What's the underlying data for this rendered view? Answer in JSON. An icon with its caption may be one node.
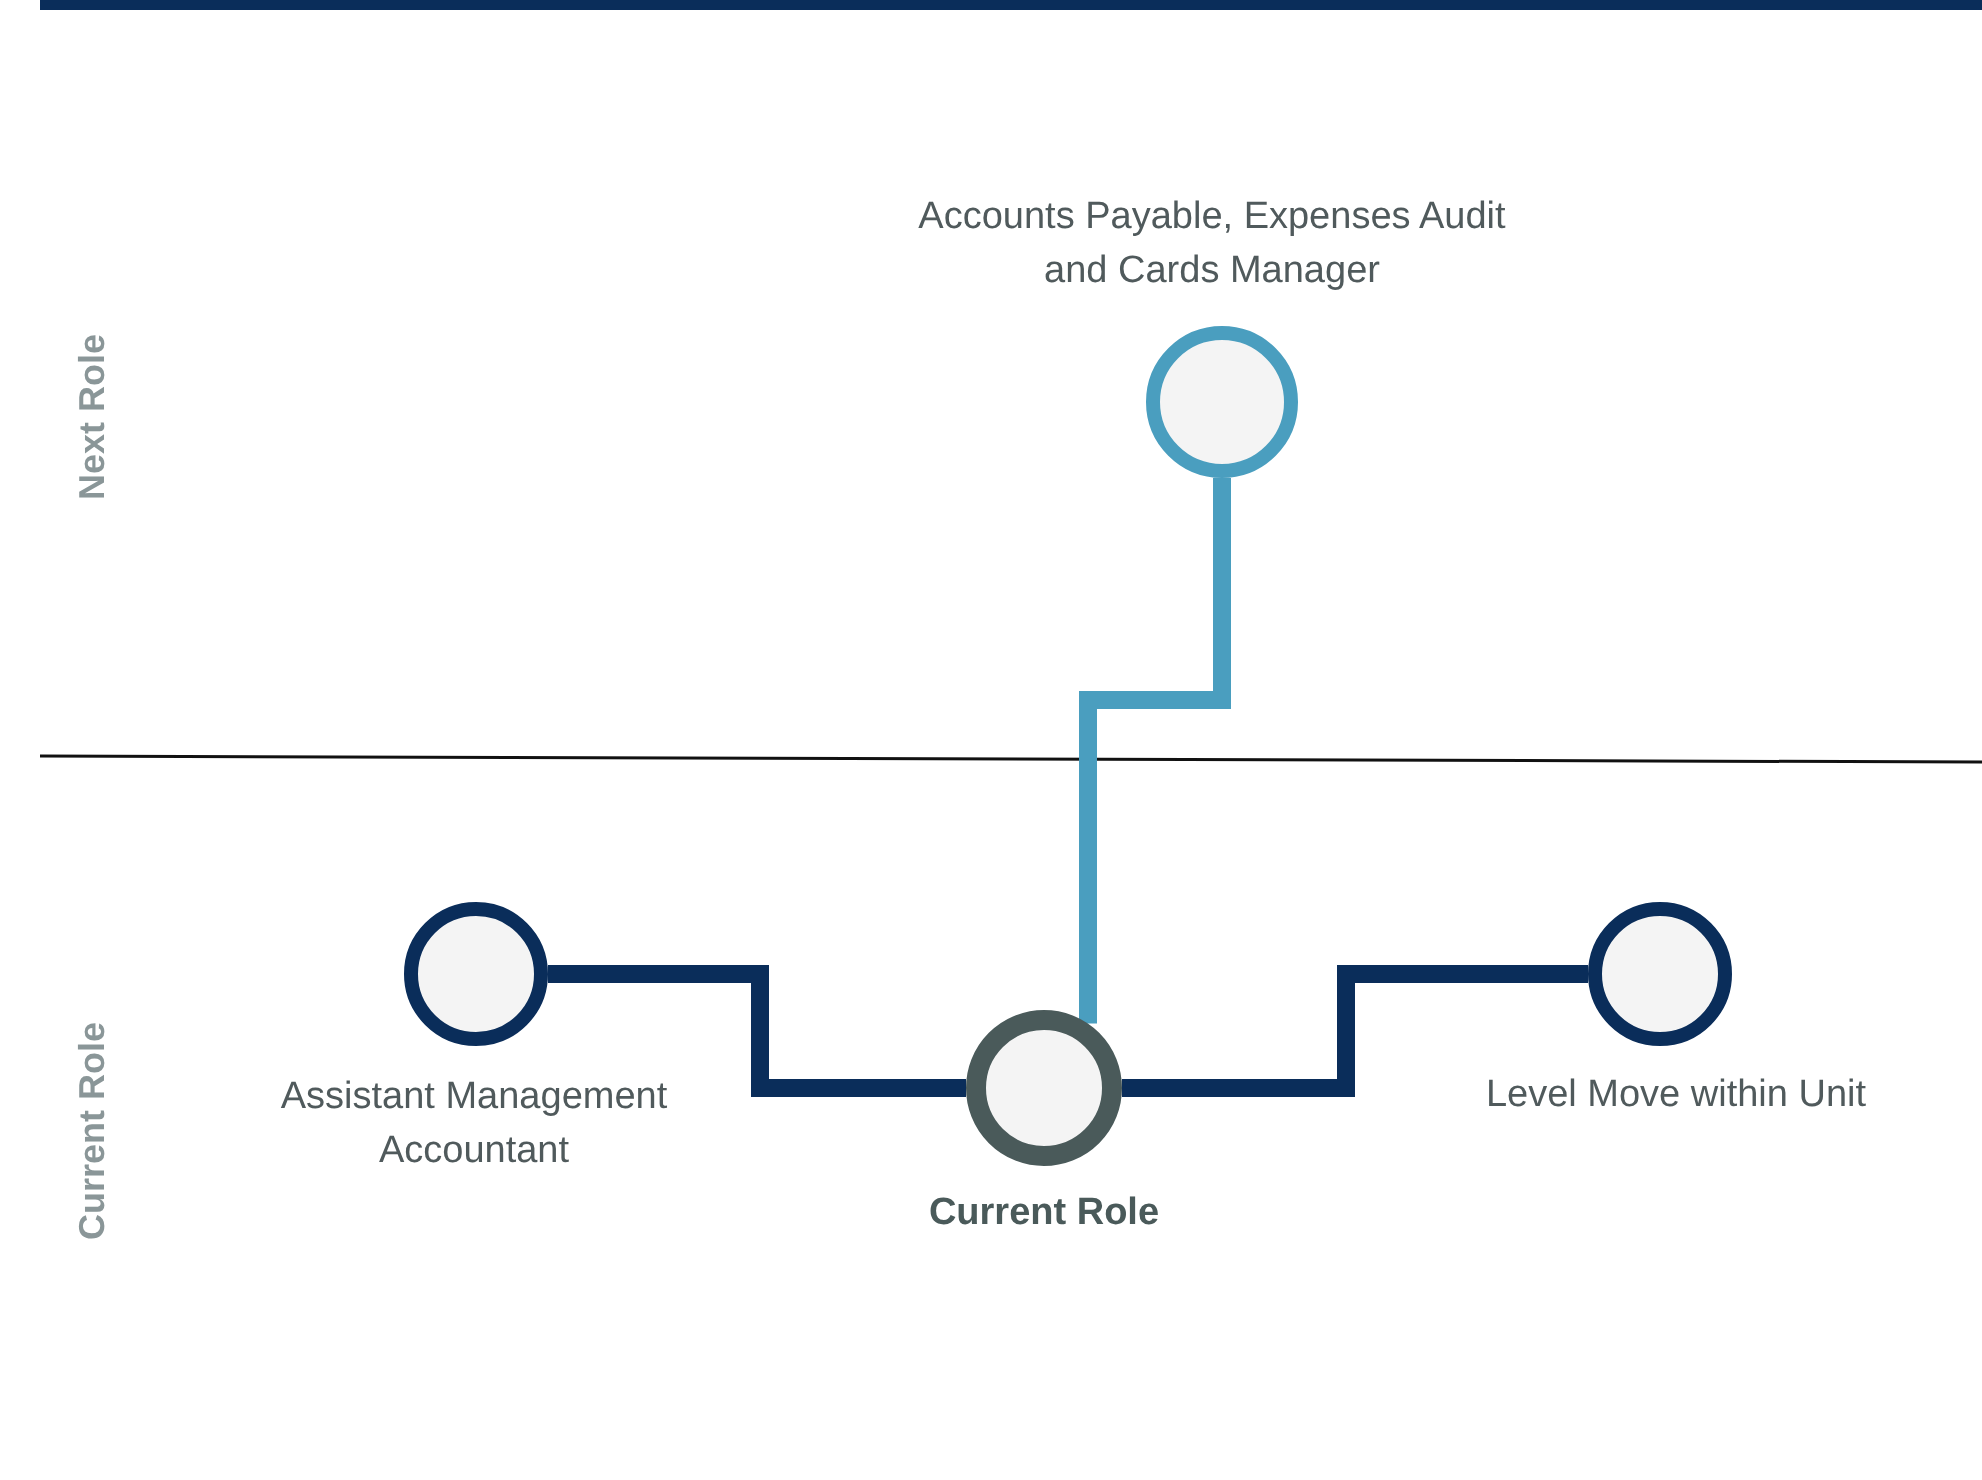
{
  "diagram": {
    "nodes": [
      {
        "text": [
          "Current Role"
        ]
      },
      {
        "text": [
          "Assistant Management Accountant"
        ]
      },
      {
        "text": [
          "Level Move within Unit"
        ]
      },
      {
        "text": [
          "Accounts Payable, Expenses Audit and Cards Manager"
        ]
      }
    ],
    "edges": [
      {
        "from": 0,
        "to": 1,
        "arrow": "none"
      },
      {
        "from": 0,
        "to": 2,
        "arrow": "none"
      },
      {
        "from": 0,
        "to": 3,
        "arrow": "none",
        "color": "#4a9ebf"
      }
    ],
    "labels": [
      "Next Role",
      "Current Role"
    ]
  }
}
